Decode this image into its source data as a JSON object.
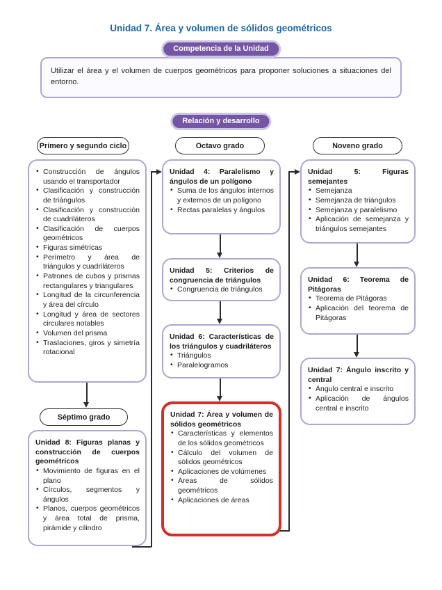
{
  "page_title": "Unidad 7. Área y volumen de sólidos geométricos",
  "badges": {
    "competencia": "Competencia de la Unidad",
    "relacion": "Relación y desarrollo"
  },
  "competencia_text": "Utilizar el área y el volumen de cuerpos geométricos para proponer soluciones a situaciones del entorno.",
  "colors": {
    "title_blue": "#1b66ad",
    "badge_purple": "#7456a4",
    "badge_ring": "#cbc6e4",
    "box_border_purple": "#aca6d6",
    "highlight_red": "#d3302c",
    "line_black": "#2b2b2b"
  },
  "columns": {
    "ciclo": {
      "header": "Primero y segundo ciclo",
      "box1_items": [
        "Construcción de ángulos usando el transportador",
        "Clasificación y construcción de triángulos",
        "Clasificación y construcción de cuadriláteros",
        "Clasificación de cuerpos geométricos",
        "Figuras simétricas",
        "Perímetro y área de triángulos y cuadriláteros",
        "Patrones de cubos y prismas rectangulares y triangulares",
        "Longitud de la circunferencia y área del círculo",
        "Longitud y área de sectores circulares notables",
        "Volumen del prisma",
        "Traslaciones, giros y simetría rotacional"
      ],
      "subheader": "Séptimo grado",
      "box2": {
        "title": "Unidad 8: Figuras planas y construcción de cuerpos geométricos",
        "items": [
          "Movimiento de figuras en el plano",
          "Círculos, segmentos y ángulos",
          "Planos, cuerpos geométricos y área total de prisma, pirámide y cilindro"
        ]
      }
    },
    "octavo": {
      "header": "Octavo grado",
      "boxes": [
        {
          "title": "Unidad 4: Paralelismo y ángulos de un polígono",
          "items": [
            "Suma de los ángulos internos y externos de un polígono",
            "Rectas paralelas y ángulos"
          ]
        },
        {
          "title": "Unidad 5: Criterios de congruencia de triángulos",
          "items": [
            "Congruencia de triángulos"
          ]
        },
        {
          "title": "Unidad 6: Características de los triángulos y cuadriláteros",
          "items": [
            "Triángulos",
            "Paralelogramos"
          ]
        },
        {
          "title": "Unidad 7: Área y volumen de sólidos geométricos",
          "items": [
            "Características y elementos de los sólidos geométricos",
            "Cálculo del volumen de sólidos geométricos",
            "Aplicaciones de volúmenes",
            "Áreas de sólidos geométricos",
            "Aplicaciones de áreas"
          ],
          "highlighted": true
        }
      ]
    },
    "noveno": {
      "header": "Noveno grado",
      "boxes": [
        {
          "title": "Unidad 5: Figuras semejantes",
          "items": [
            "Semejanza",
            "Semejanza de triángulos",
            "Semejanza y paralelismo",
            "Aplicación de semejanza y triángulos semejantes"
          ]
        },
        {
          "title": "Unidad 6: Teorema de Pitágoras",
          "items": [
            "Teorema de Pitágoras",
            "Aplicación del teorema de Pitágoras"
          ]
        },
        {
          "title": "Unidad 7: Ángulo inscrito y central",
          "items": [
            "Ángulo central e inscrito",
            "Aplicación de ángulos central e inscrito"
          ]
        }
      ]
    }
  }
}
